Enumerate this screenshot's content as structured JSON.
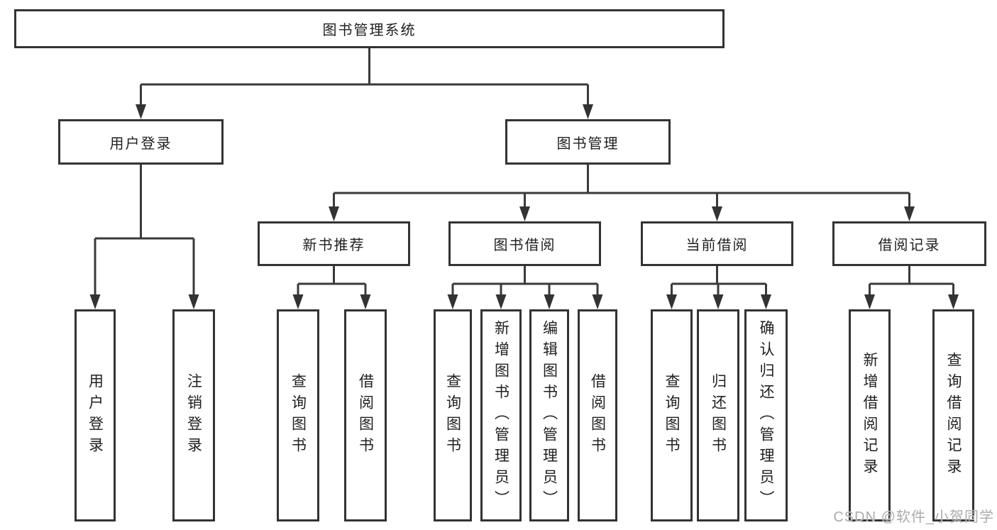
{
  "diagram": {
    "root": {
      "label": "图书管理系统"
    },
    "level2": [
      {
        "label": "用户登录"
      },
      {
        "label": "图书管理"
      }
    ],
    "level3": [
      {
        "label": "新书推荐"
      },
      {
        "label": "图书借阅"
      },
      {
        "label": "当前借阅"
      },
      {
        "label": "借阅记录"
      }
    ],
    "leaves": {
      "user_login": [
        "用户登录",
        "注销登录"
      ],
      "new_books": [
        "查询图书",
        "借阅图书"
      ],
      "book_borrow": [
        "查询图书",
        "新增图书（管理员）",
        "编辑图书（管理员）",
        "借阅图书"
      ],
      "current_borrow": [
        "查询图书",
        "归还图书",
        "确认归还（管理员）"
      ],
      "borrow_records": [
        "新增借阅记录",
        "查询借阅记录"
      ]
    },
    "watermark": "CSDN @软件_小贺同学",
    "colors": {
      "line": "#3a3a3a",
      "border": "#333333",
      "text": "#1f1f1f",
      "watermark": "#ababab",
      "background": "#ffffff"
    }
  }
}
